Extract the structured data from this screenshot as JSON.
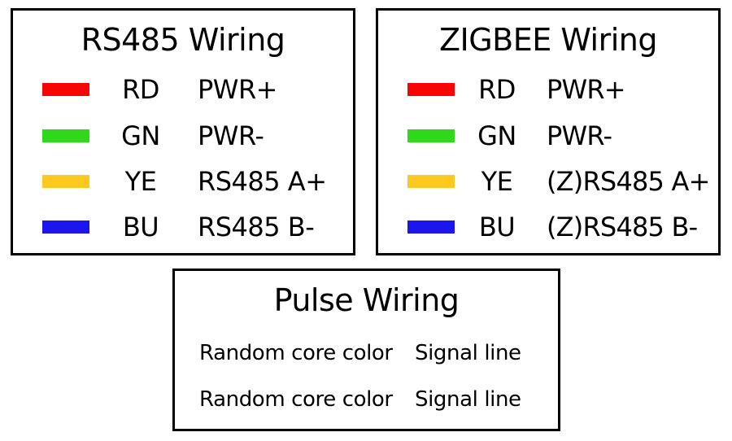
{
  "diagram": {
    "background": "#ffffff",
    "border_color": "#000000",
    "boxes": [
      {
        "title": "RS485 Wiring",
        "rows": [
          {
            "color": "red",
            "hex": "#fa0303",
            "code": "RD",
            "signal": "PWR+"
          },
          {
            "color": "green",
            "hex": "#2fd91a",
            "code": "GN",
            "signal": "PWR-"
          },
          {
            "color": "yellow",
            "hex": "#fdc820",
            "code": "YE",
            "signal": "RS485 A+"
          },
          {
            "color": "blue",
            "hex": "#1d15ee",
            "code": "BU",
            "signal": "RS485 B-"
          }
        ]
      },
      {
        "title": "ZIGBEE Wiring",
        "rows": [
          {
            "color": "red",
            "hex": "#fa0303",
            "code": "RD",
            "signal": "PWR+"
          },
          {
            "color": "green",
            "hex": "#2fd91a",
            "code": "GN",
            "signal": "PWR-"
          },
          {
            "color": "yellow",
            "hex": "#fdc820",
            "code": "YE",
            "signal": "(Z)RS485 A+"
          },
          {
            "color": "blue",
            "hex": "#1d15ee",
            "code": "BU",
            "signal": "(Z)RS485 B-"
          }
        ]
      },
      {
        "title": "Pulse Wiring",
        "rows": [
          {
            "core": "Random core color",
            "signal": "Signal line"
          },
          {
            "core": "Random core color",
            "signal": "Signal line"
          }
        ]
      }
    ]
  }
}
